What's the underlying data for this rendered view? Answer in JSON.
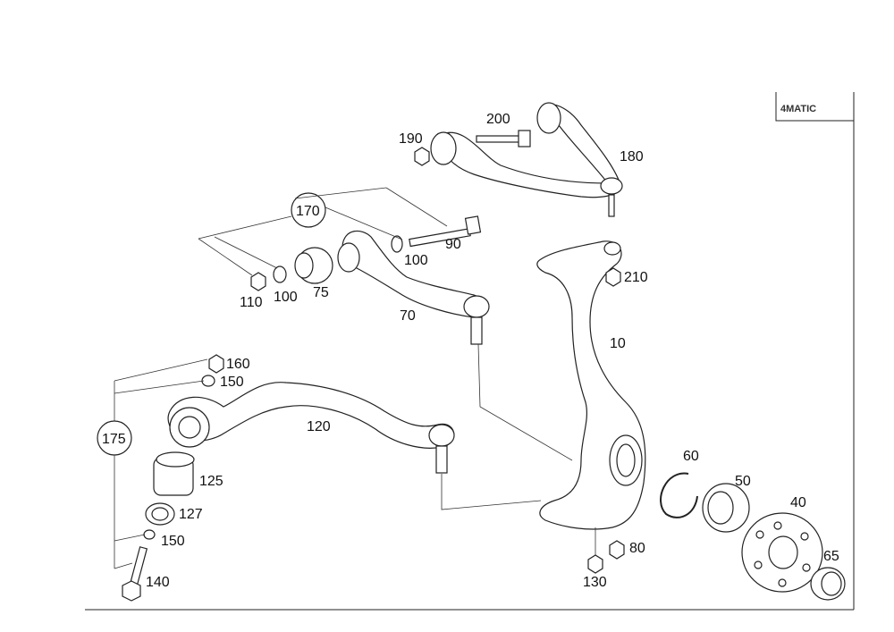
{
  "badge": {
    "text": "4MATIC"
  },
  "labels": {
    "p10": "10",
    "p40": "40",
    "p50": "50",
    "p60": "60",
    "p65": "65",
    "p70": "70",
    "p75": "75",
    "p80": "80",
    "p90": "90",
    "p100a": "100",
    "p100b": "100",
    "p110": "110",
    "p120": "120",
    "p125": "125",
    "p127": "127",
    "p130": "130",
    "p140": "140",
    "p150a": "150",
    "p150b": "150",
    "p160": "160",
    "p170": "170",
    "p175": "175",
    "p180": "180",
    "p190": "190",
    "p200": "200",
    "p210": "210"
  }
}
